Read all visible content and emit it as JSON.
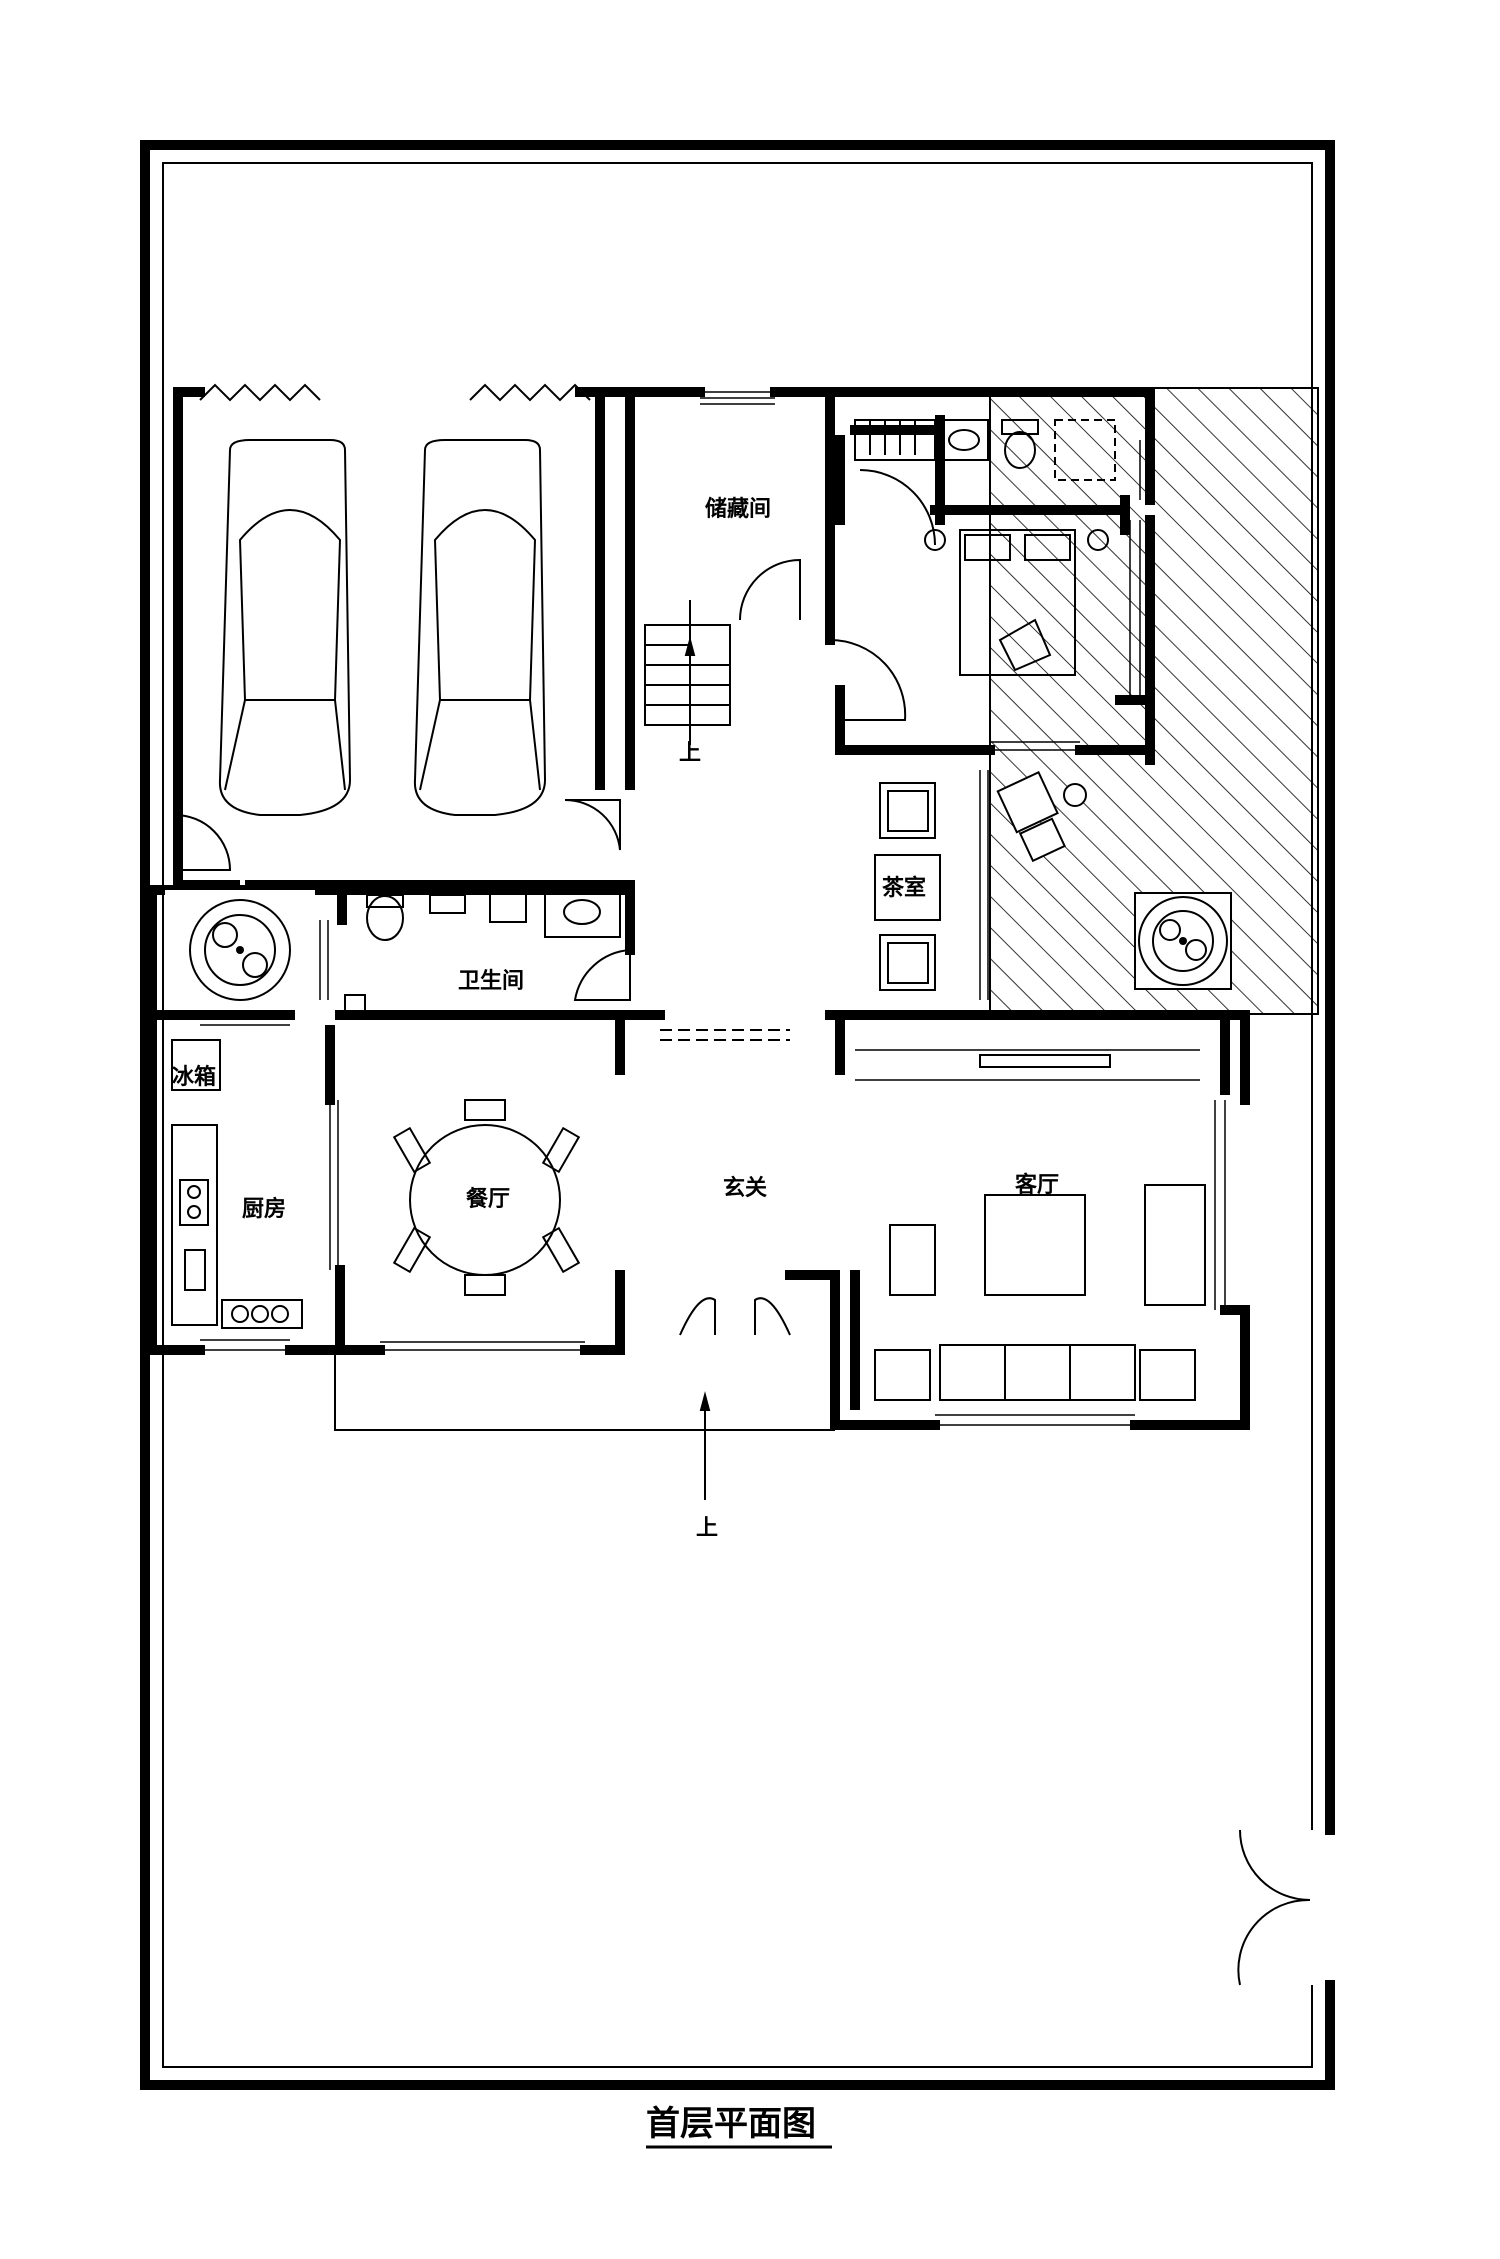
{
  "title": "首层平面图",
  "rooms": {
    "storage": "储藏间",
    "tea_room": "茶室",
    "bathroom": "卫生间",
    "fridge": "冰箱",
    "kitchen": "厨房",
    "dining": "餐厅",
    "foyer": "玄关",
    "living": "客厅"
  },
  "stairs": {
    "up_inner": "上",
    "up_entry": "上"
  }
}
